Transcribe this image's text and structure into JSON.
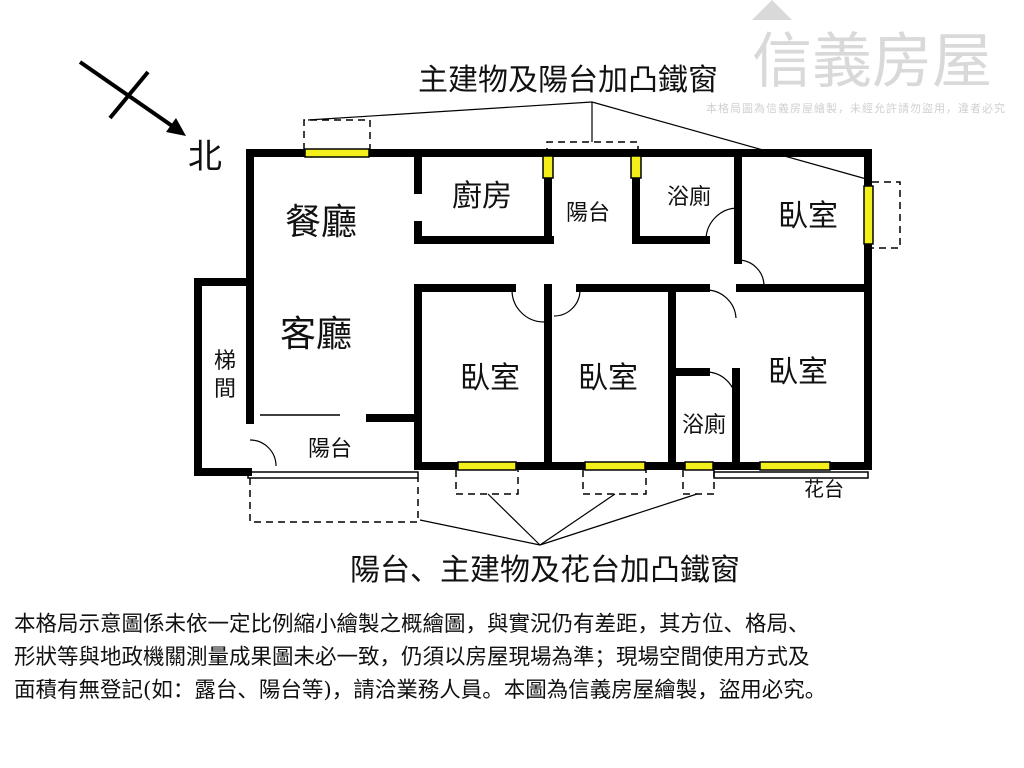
{
  "compass": {
    "north_label": "北"
  },
  "callouts": {
    "top": "主建物及陽台加凸鐵窗",
    "bottom": "陽台、主建物及花台加凸鐵窗"
  },
  "rooms": {
    "dining": "餐廳",
    "living": "客廳",
    "kitchen": "廚房",
    "balcony_top": "陽台",
    "bath_top": "浴廁",
    "bedroom_top_right": "臥室",
    "stairs": "梯間",
    "balcony_bottom": "陽台",
    "bedroom_1": "臥室",
    "bedroom_2": "臥室",
    "bedroom_3": "臥室",
    "bath_bottom": "浴廁",
    "planter": "花台"
  },
  "watermark": {
    "brand": "信義房屋",
    "notice": "本格局圖為信義房屋繪製，未經允許請勿盜用，違者必究"
  },
  "disclaimer": [
    "本格局示意圖係未依一定比例縮小繪製之概繪圖，與實況仍有差距，其方位、格局、",
    "形狀等與地政機關測量成果圖未必一致，仍須以房屋現場為準；現場空間使用方式及",
    "面積有無登記(如：露台、陽台等)，請洽業務人員。本圖為信義房屋繪製，盜用必究。"
  ],
  "colors": {
    "wall": "#000000",
    "window": "#f2ef1a",
    "watermark": "#c8c8c8"
  }
}
